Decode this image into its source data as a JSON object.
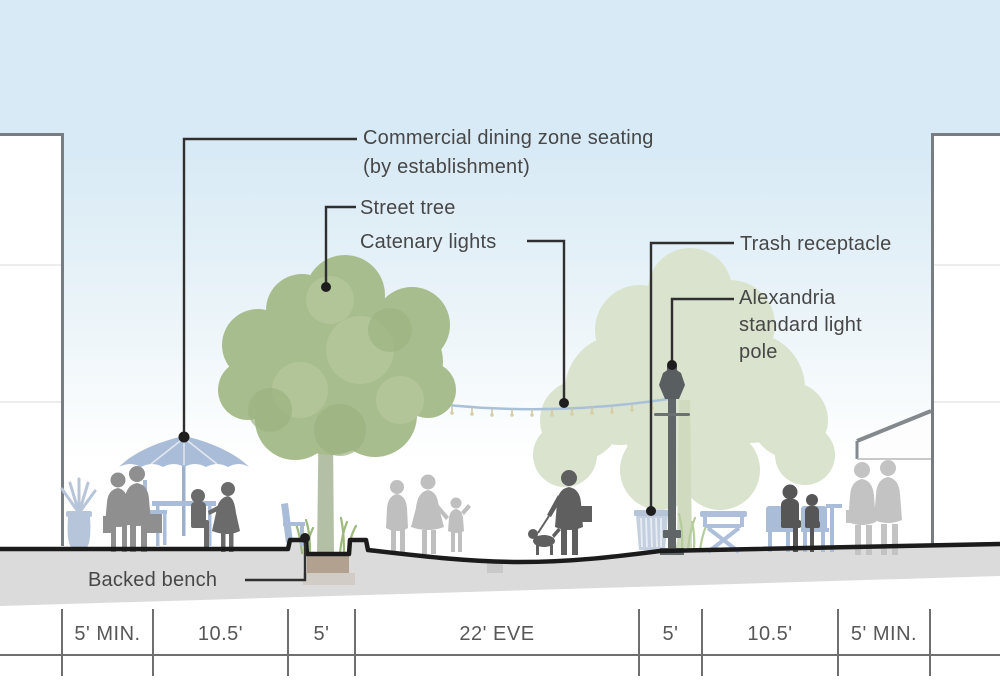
{
  "diagram": {
    "type": "street-cross-section",
    "callouts": {
      "commercial_dining": {
        "lines": [
          "Commercial dining zone seating",
          "(by establishment)"
        ]
      },
      "street_tree": {
        "label": "Street tree"
      },
      "catenary_lights": {
        "label": "Catenary lights"
      },
      "trash_receptacle": {
        "label": "Trash receptacle"
      },
      "light_pole": {
        "lines": [
          "Alexandria",
          "standard light",
          "pole"
        ]
      },
      "backed_bench": {
        "label": "Backed bench"
      }
    },
    "dimensions": {
      "segments": [
        {
          "label": "5' MIN."
        },
        {
          "label": "10.5'"
        },
        {
          "label": "5'"
        },
        {
          "label": "22' EVE"
        },
        {
          "label": "5'"
        },
        {
          "label": "10.5'"
        },
        {
          "label": "5' MIN."
        }
      ]
    },
    "colors": {
      "sky": "#d8eaf5",
      "tree_foliage": "#a8bd8d",
      "tree_foliage_faint": "#dae3cd",
      "furniture_blue": "#a9bdd8",
      "people_dark": "#5f5f5f",
      "people_medium": "#8f8f8f",
      "people_light": "#bfbfbf",
      "ground_line": "#1b1b1b",
      "ground_fill": "#dbdbdb",
      "soil": "#b1a18e",
      "catenary_wire": "#a9c0d9",
      "label_text": "#474747",
      "dimension_lines": "#6f6f6f"
    }
  }
}
